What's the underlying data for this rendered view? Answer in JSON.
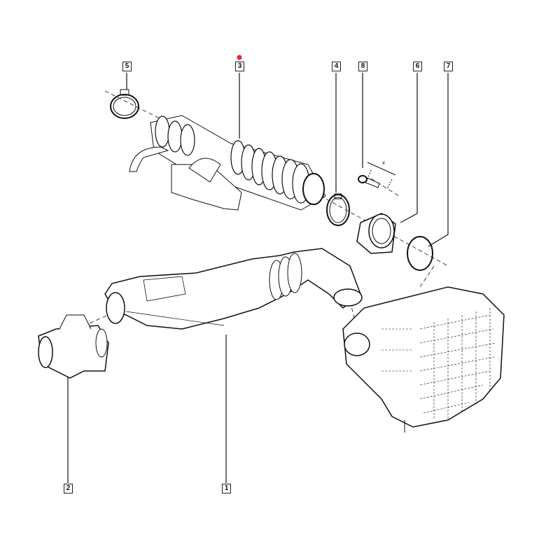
{
  "diagram": {
    "callouts": [
      {
        "id": "5",
        "label": "5"
      },
      {
        "id": "3",
        "label": "3"
      },
      {
        "id": "4",
        "label": "4"
      },
      {
        "id": "8",
        "label": "8"
      },
      {
        "id": "6",
        "label": "6"
      },
      {
        "id": "7",
        "label": "7"
      },
      {
        "id": "2",
        "label": "2"
      },
      {
        "id": "1",
        "label": "1"
      }
    ],
    "dimension_label": "x",
    "marker_color": "#e8253a"
  }
}
